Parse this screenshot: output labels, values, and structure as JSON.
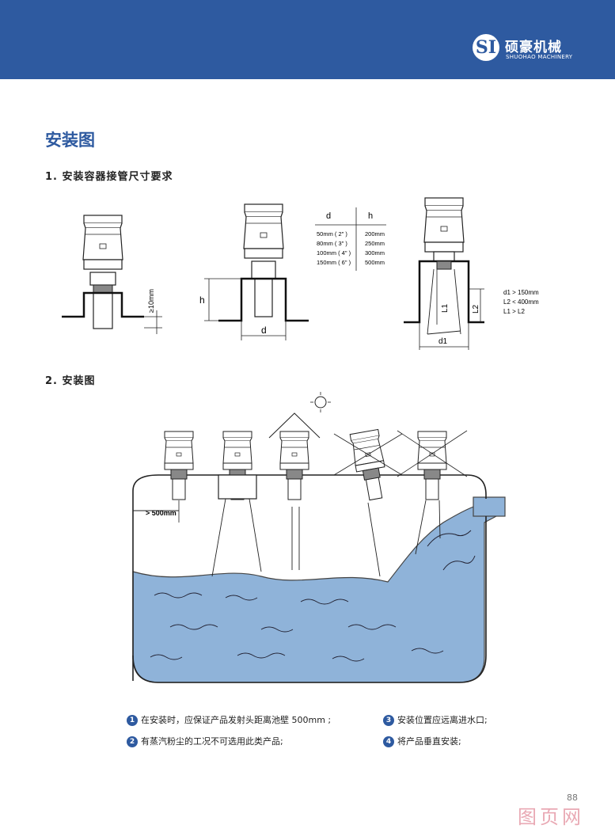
{
  "header": {
    "logo_mark": "SI",
    "brand_cn": "硕豪机械",
    "brand_en": "SHUOHAO MACHINERY",
    "bg_color": "#2e5aa0"
  },
  "title": "安装图",
  "section1": {
    "title": "1. 安装容器接管尺寸要求",
    "dim_10": "≥10mm",
    "label_h": "h",
    "label_d": "d",
    "table": {
      "headers": [
        "d",
        "h"
      ],
      "rows": [
        [
          "50mm ( 2\" )",
          "200mm"
        ],
        [
          "80mm ( 3\" )",
          "250mm"
        ],
        [
          "100mm ( 4\" )",
          "300mm"
        ],
        [
          "150mm ( 6\" )",
          "500mm"
        ]
      ]
    },
    "label_L1": "L1",
    "label_L2": "L2",
    "label_d1": "d1",
    "conditions": [
      "d1 > 150mm",
      "L2 < 400mm",
      "L1 > L2"
    ]
  },
  "section2": {
    "title": "2. 安装图",
    "dim_500": "> 500mm"
  },
  "notes": [
    {
      "num": "1",
      "text": "在安装时，应保证产品发射头距离池壁 500mm ;"
    },
    {
      "num": "2",
      "text": "有蒸汽粉尘的工况不可选用此类产品;"
    },
    {
      "num": "3",
      "text": "安装位置应远离进水口;"
    },
    {
      "num": "4",
      "text": "将产品垂直安装;"
    }
  ],
  "page_number": "88",
  "watermark": "图页网",
  "colors": {
    "accent": "#2e5aa0",
    "water": "#8fb3d9"
  }
}
